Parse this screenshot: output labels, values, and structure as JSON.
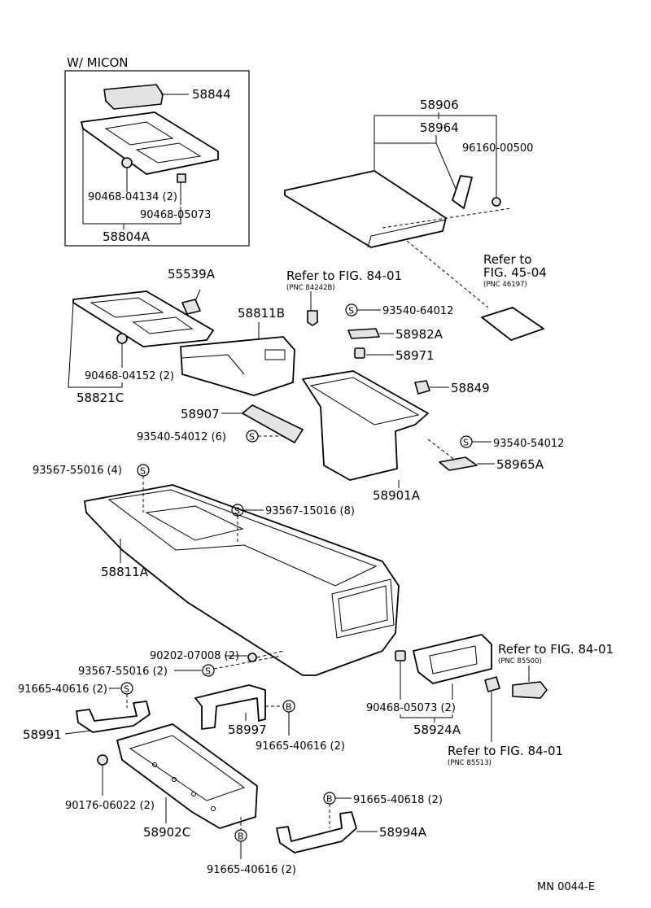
{
  "inset": {
    "title": "W/ MICON"
  },
  "labels": {
    "p58844": "58844",
    "p90468_04134": "90468-04134 (2)",
    "p90468_05073_a": "90468-05073",
    "p58804A": "58804A",
    "p58906": "58906",
    "p58964": "58964",
    "p96160": "96160-00500",
    "p55539A": "55539A",
    "p58811B": "58811B",
    "p90468_04152": "90468-04152 (2)",
    "p58821C": "58821C",
    "p93540_a": "93540-64012",
    "p58982A": "58982A",
    "p58971": "58971",
    "p58849": "58849",
    "p58907": "58907",
    "p93540_b": "93540-54012 (6)",
    "p93540_c": "93540-54012",
    "p58965A": "58965A",
    "p58901A": "58901A",
    "p93567_55016_4": "93567-55016 (4)",
    "p93567_15016": "93567-15016 (8)",
    "p58811A": "58811A",
    "p90202": "90202-07008 (2)",
    "p93567_55016_2": "93567-55016 (2)",
    "p91665_a": "91665-40616 (2)",
    "p58991": "58991",
    "p58997": "58997",
    "p91665_b": "91665-40616 (2)",
    "p90468_05073_b": "90468-05073 (2)",
    "p58924A": "58924A",
    "p90176": "90176-06022 (2)",
    "p58902C": "58902C",
    "p91665_c": "91665-40618 (2)",
    "p58994A": "58994A",
    "p91665_d": "91665-40616 (2)"
  },
  "refs": {
    "ref1_main": "Refer to FIG. 84-01",
    "ref1_pnc": "(PNC 84242B)",
    "ref2_line1": "Refer to",
    "ref2_line2": "FIG. 45-04",
    "ref2_pnc": "(PNC 46197)",
    "ref3_main": "Refer to FIG. 84-01",
    "ref3_pnc": "(PNC 85500)",
    "ref4_main": "Refer to FIG. 84-01",
    "ref4_pnc": "(PNC 85513)"
  },
  "symbols": {
    "screw": "S",
    "bolt": "B"
  },
  "footer": {
    "code": "MN 0044-E"
  }
}
